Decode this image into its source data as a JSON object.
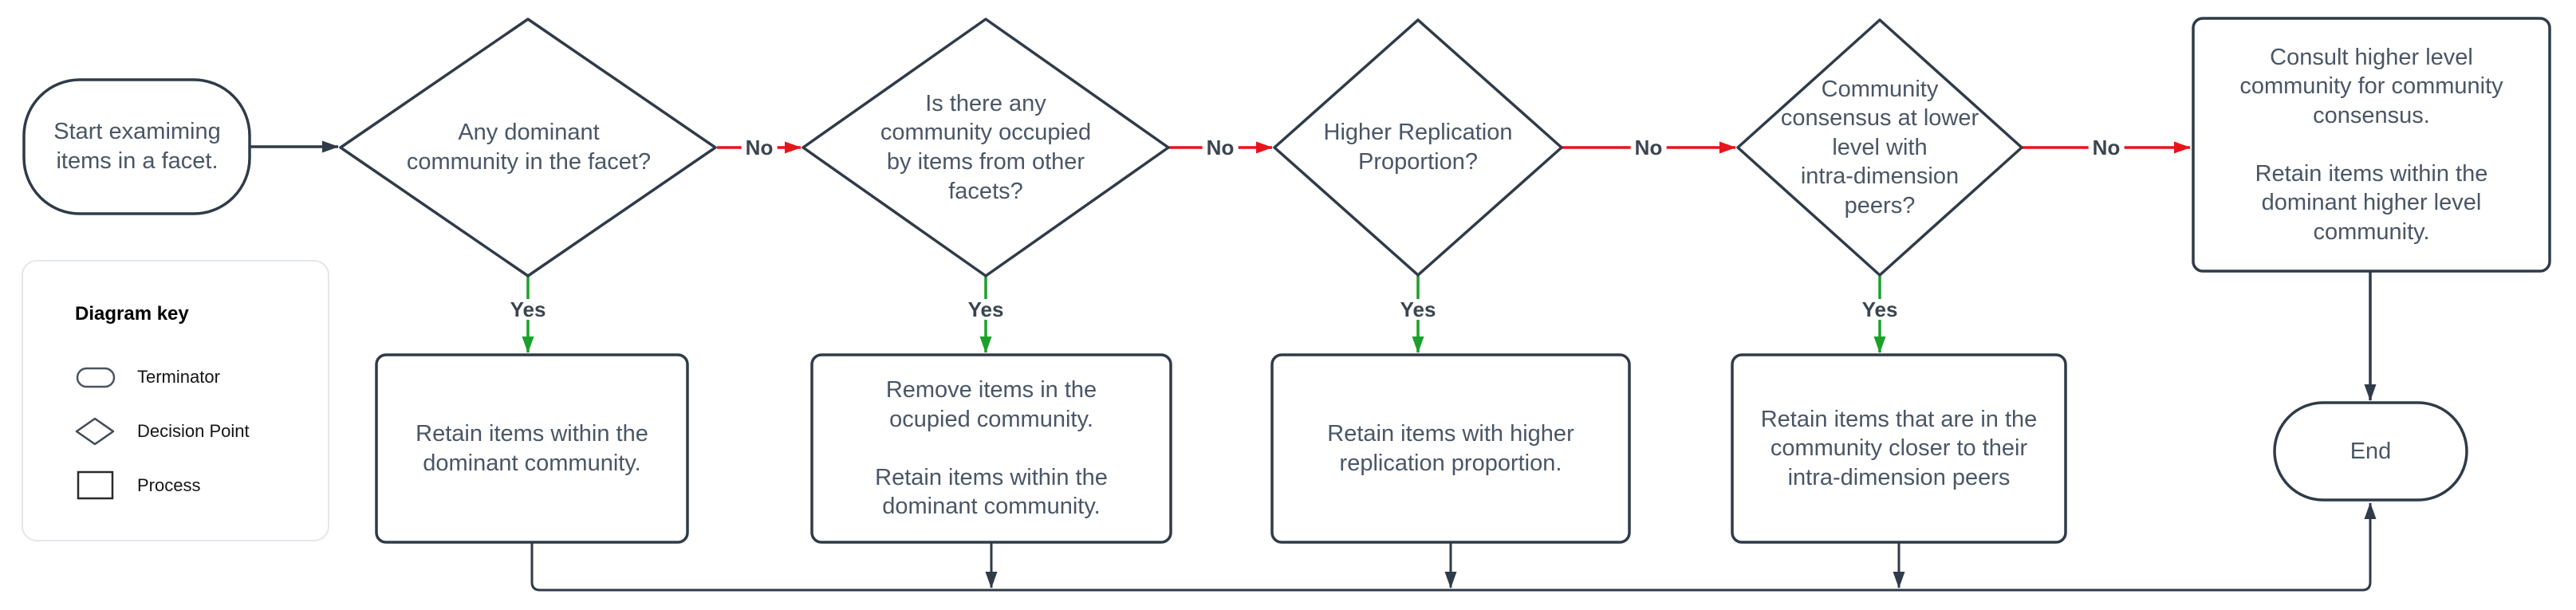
{
  "diagram": {
    "start": {
      "label": "Start examiming\nitems in a facet."
    },
    "decisions": [
      {
        "label": "Any dominant\ncommunity in the facet?"
      },
      {
        "label": "Is there any\ncommunity occupied\nby items from other\nfacets?"
      },
      {
        "label": "Higher Replication\nProportion?"
      },
      {
        "label": "Community\nconsensus at lower\nlevel with\nintra-dimension\npeers?"
      }
    ],
    "processes": [
      {
        "label": "Retain items within the\ndominant community."
      },
      {
        "label": "Remove items in the\nocupied community.\n\nRetain items within the\ndominant community."
      },
      {
        "label": "Retain items with higher\nreplication proportion."
      },
      {
        "label": "Retain items that are in the\ncommunity closer to their\nintra-dimension peers"
      }
    ],
    "consult": {
      "label": "Consult higher level\ncommunity for community\nconsensus.\n\nRetain items within the\ndominant higher level\ncommunity."
    },
    "end": {
      "label": "End"
    },
    "labels": {
      "no": "No",
      "yes": "Yes"
    },
    "key": {
      "title": "Diagram key",
      "items": [
        {
          "label": "Terminator"
        },
        {
          "label": "Decision Point"
        },
        {
          "label": "Process"
        }
      ]
    },
    "colors": {
      "stroke": "#2F3B48",
      "node_text": "#4A5666",
      "edge_label_text": "#3A4550",
      "no_arrow": "#E8141C",
      "yes_arrow": "#1BA12B",
      "key_border": "#E4E7EB"
    }
  }
}
